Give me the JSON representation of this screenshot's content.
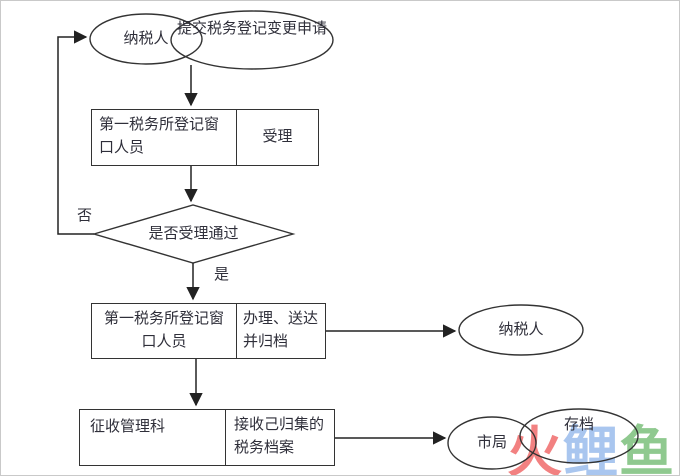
{
  "flowchart": {
    "start_taxpayer": "纳税人",
    "submit_request": "提交税务登记变更申请",
    "accept_box": {
      "role": "第一税务所登记窗口人员",
      "action": "受理"
    },
    "decision": {
      "question": "是否受理通过",
      "no_label": "否",
      "yes_label": "是"
    },
    "process_box": {
      "role": "第一税务所登记窗口人员",
      "action": "办理、送达并归档"
    },
    "taxpayer_receive": "纳税人",
    "collection_box": {
      "role": "征收管理科",
      "action": "接收己归集的税务档案"
    },
    "city_bureau": "市局",
    "archive": "存档",
    "line_color": "#222222"
  },
  "watermark": {
    "char1": {
      "text": "火",
      "color": "#f28181"
    },
    "char2": {
      "text": "鲤",
      "color": "#a9c6ef"
    },
    "char3": {
      "text": "鱼",
      "color": "#8fc98f"
    }
  }
}
